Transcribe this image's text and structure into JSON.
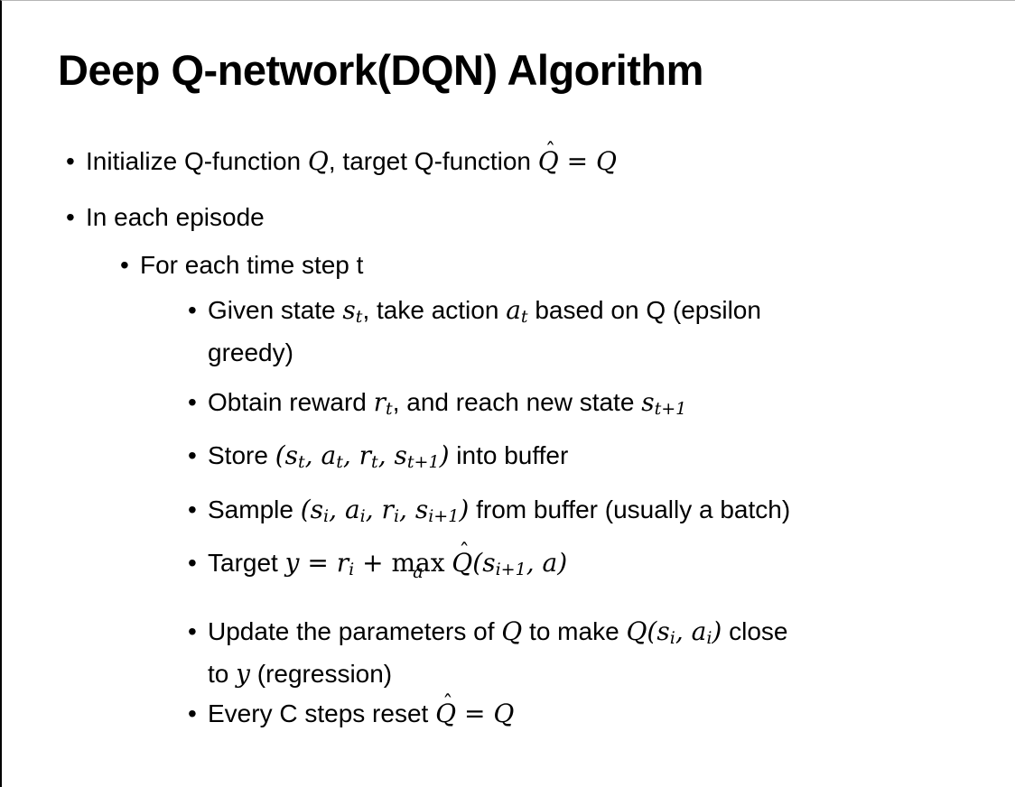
{
  "slide": {
    "title": "Deep Q-network(DQN) Algorithm",
    "bullet_char": "•",
    "colors": {
      "background": "#ffffff",
      "text": "#000000",
      "border_left": "#000000",
      "border_top": "#b5b5b5"
    },
    "bullets": [
      {
        "level": 1,
        "lines": [
          [
            {
              "t": "Initialize Q-function "
            },
            {
              "m": "Q"
            },
            {
              "t": ", target Q-function "
            },
            {
              "hat": "Q"
            },
            {
              "m": " = "
            },
            {
              "m": "Q"
            }
          ]
        ]
      },
      {
        "level": 1,
        "lines": [
          [
            {
              "t": "In each episode"
            }
          ]
        ]
      },
      {
        "level": 2,
        "lines": [
          [
            {
              "t": "For each time step t"
            }
          ]
        ]
      },
      {
        "level": 3,
        "lines": [
          [
            {
              "t": "Given state "
            },
            {
              "v": "s",
              "sub": "t"
            },
            {
              "t": ", take action "
            },
            {
              "v": "a",
              "sub": "t"
            },
            {
              "t": " based on Q (epsilon"
            }
          ],
          [
            {
              "t": "greedy)"
            }
          ]
        ]
      },
      {
        "level": 3,
        "lines": [
          [
            {
              "t": "Obtain reward "
            },
            {
              "v": "r",
              "sub": "t"
            },
            {
              "t": ", and reach new state "
            },
            {
              "v": "s",
              "sub": "t+1"
            }
          ]
        ]
      },
      {
        "level": 3,
        "lines": [
          [
            {
              "t": "Store "
            },
            {
              "m": "("
            },
            {
              "v": "s",
              "sub": "t"
            },
            {
              "m": ", "
            },
            {
              "v": "a",
              "sub": "t"
            },
            {
              "m": ", "
            },
            {
              "v": "r",
              "sub": "t"
            },
            {
              "m": ", "
            },
            {
              "v": "s",
              "sub": "t+1"
            },
            {
              "m": ")"
            },
            {
              "t": " into buffer"
            }
          ]
        ]
      },
      {
        "level": 3,
        "lines": [
          [
            {
              "t": "Sample "
            },
            {
              "m": "("
            },
            {
              "v": "s",
              "sub": "i"
            },
            {
              "m": ", "
            },
            {
              "v": "a",
              "sub": "i"
            },
            {
              "m": ", "
            },
            {
              "v": "r",
              "sub": "i"
            },
            {
              "m": ", "
            },
            {
              "v": "s",
              "sub": "i+1"
            },
            {
              "m": ")"
            },
            {
              "t": " from buffer (usually a batch)"
            }
          ]
        ]
      },
      {
        "level": 3,
        "lines": [
          [
            {
              "t": "Target "
            },
            {
              "m": "y"
            },
            {
              "m": " = "
            },
            {
              "v": "r",
              "sub": "i"
            },
            {
              "m": " + "
            },
            {
              "maxu": {
                "top": "max",
                "under": "a"
              }
            },
            {
              "t": " "
            },
            {
              "hat": "Q"
            },
            {
              "m": "("
            },
            {
              "v": "s",
              "sub": "i+1"
            },
            {
              "m": ", "
            },
            {
              "m": "a"
            },
            {
              "m": ")"
            }
          ]
        ]
      },
      {
        "level": 3,
        "lines": [
          [
            {
              "t": "Update the parameters of "
            },
            {
              "m": "Q"
            },
            {
              "t": " to make "
            },
            {
              "m": "Q"
            },
            {
              "m": "("
            },
            {
              "v": "s",
              "sub": "i"
            },
            {
              "m": ", "
            },
            {
              "v": "a",
              "sub": "i"
            },
            {
              "m": ")"
            },
            {
              "t": " close"
            }
          ],
          [
            {
              "t": "to "
            },
            {
              "m": "y"
            },
            {
              "t": " (regression)"
            }
          ]
        ]
      },
      {
        "level": 3,
        "lines": [
          [
            {
              "t": "Every C steps reset "
            },
            {
              "hat": "Q"
            },
            {
              "m": " = "
            },
            {
              "m": "Q"
            }
          ]
        ]
      }
    ]
  }
}
